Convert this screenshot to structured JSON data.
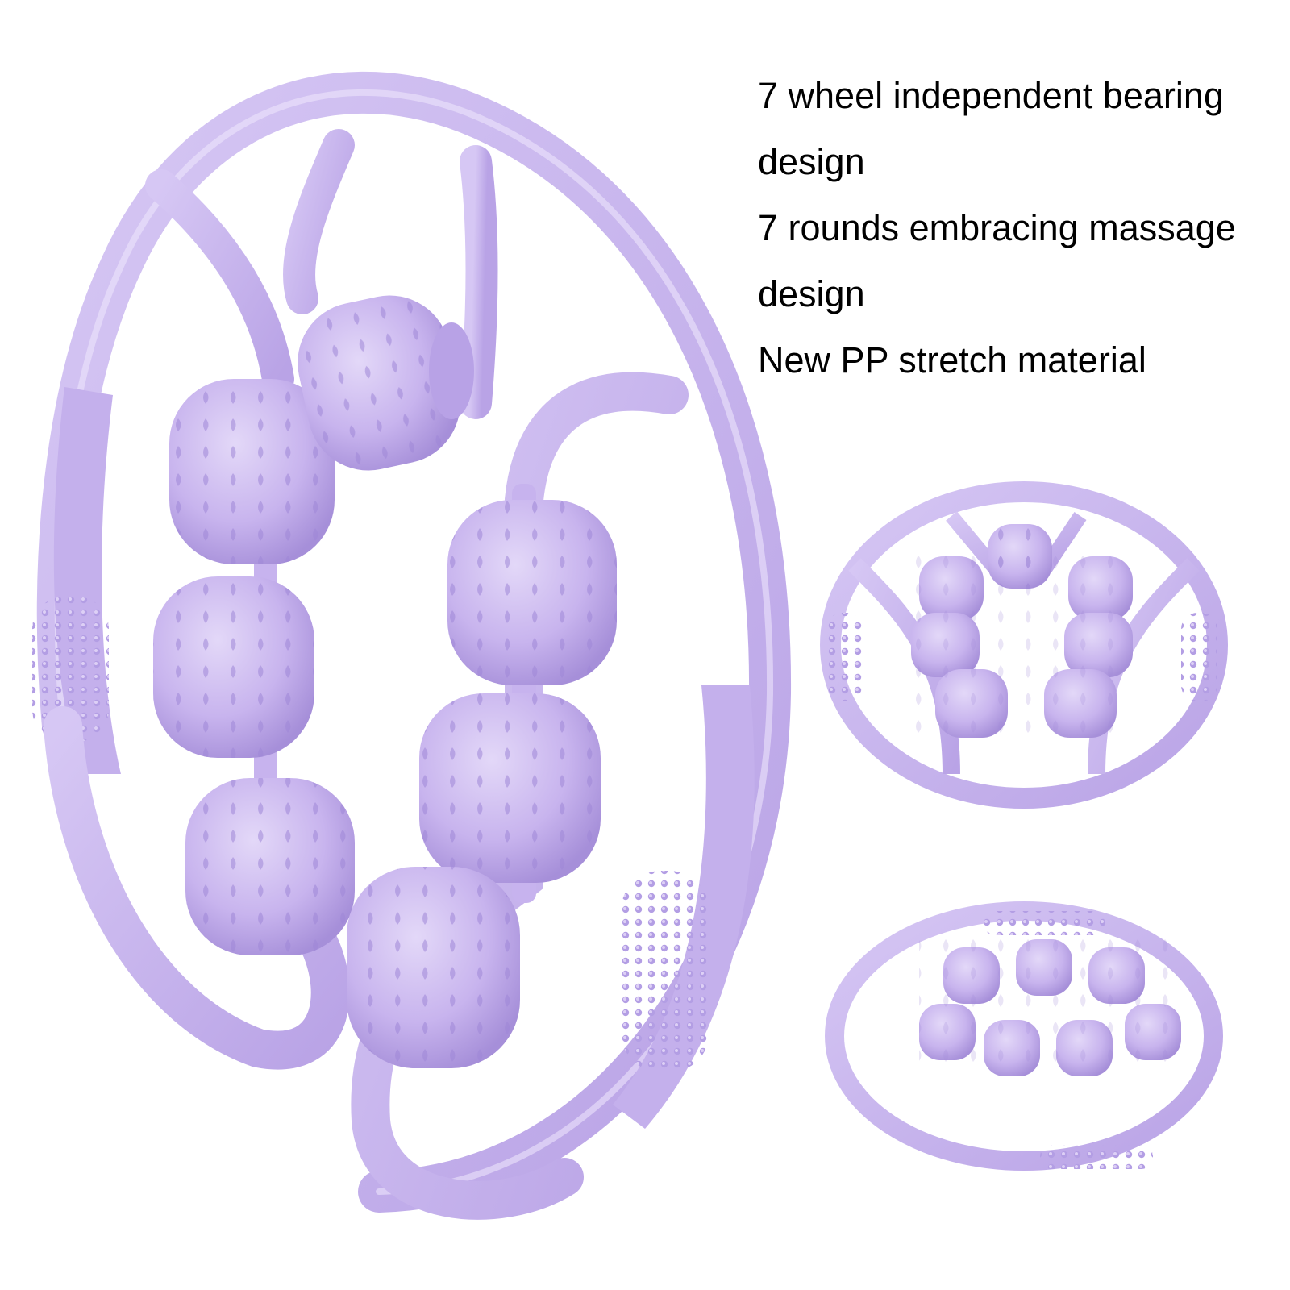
{
  "features": {
    "lines": [
      "7 wheel independent bearing",
      "design",
      "7 rounds embracing massage",
      "design",
      "New PP stretch material"
    ]
  },
  "product": {
    "name_icon": "leg-roller-massager",
    "color": "#c9b6ee",
    "color_dark": "#a994dc",
    "color_light": "#ddd0f6",
    "roller_count": 7,
    "views": [
      "main-front-view",
      "top-view",
      "side-view"
    ]
  }
}
